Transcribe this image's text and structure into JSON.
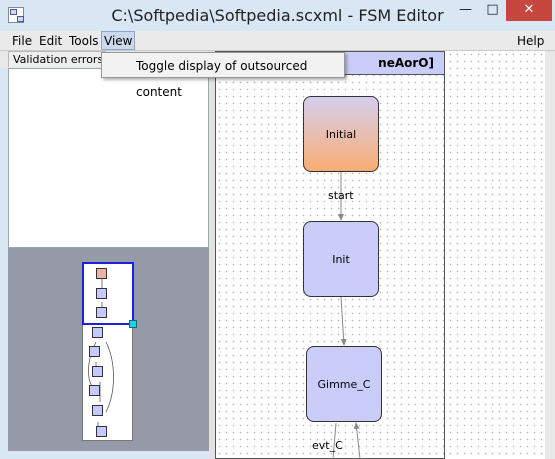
{
  "window": {
    "title": "C:\\Softpedia\\Softpedia.scxml - FSM Editor",
    "minimize_glyph": "—",
    "maximize_glyph": "□",
    "close_glyph": "✕"
  },
  "menubar": {
    "file": "File",
    "edit": "Edit",
    "tools": "Tools",
    "view": "View",
    "help": "Help"
  },
  "tabs": {
    "validation": "Validation errors"
  },
  "view_menu": {
    "toggle_outsourced": "Toggle display of outsourced content"
  },
  "canvas": {
    "container_title": "neAorO]",
    "states": {
      "initial": "Initial",
      "init": "Init",
      "gimme": "Gimme_C"
    },
    "edges": {
      "start": "start",
      "evt": "evt_C"
    }
  },
  "colors": {
    "accent_selection": "#1c21d8",
    "initial_state_gradient_top": "#d4cfee",
    "initial_state_gradient_bottom": "#f9ad74",
    "state_fill": "#cacdf9",
    "close_button": "#c7463e"
  }
}
